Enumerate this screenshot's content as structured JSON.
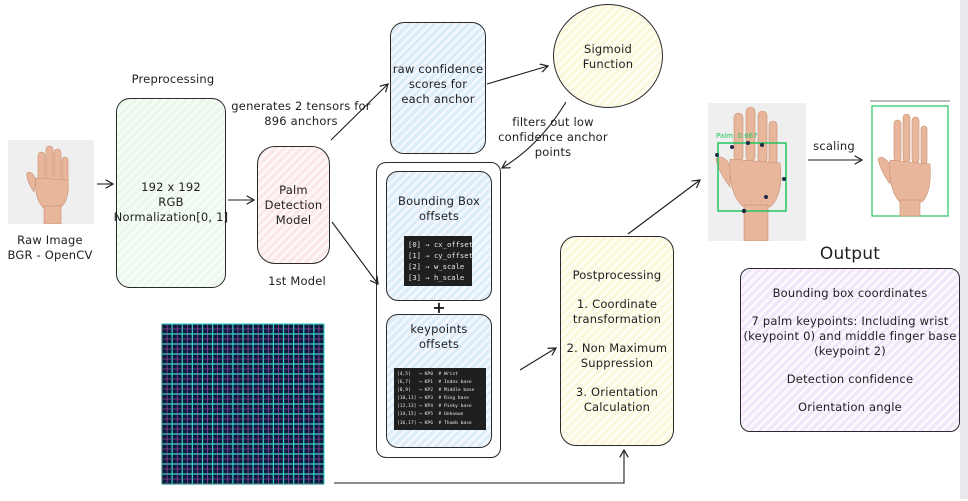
{
  "labels": {
    "raw_image": "Raw Image\nBGR - OpenCV",
    "preprocessing": "Preprocessing",
    "preproc_box": "192 x 192\nRGB\nNormalization[0, 1]",
    "palm_model": "Palm\nDetection\nModel",
    "first_model": "1st Model",
    "tensors": "generates 2 tensors for\n896 anchors",
    "raw_conf": "raw confidence\nscores for\neach anchor",
    "sigmoid": "Sigmoid\nFunction",
    "filters": "filters out low\nconfidence anchor\npoints",
    "bbox_offsets": "Bounding Box\noffsets",
    "plus": "+",
    "kp_offsets": "keypoints\noffsets",
    "postprocessing_title": "Postprocessing",
    "post_step1": "1. Coordinate\ntransformation",
    "post_step2": "2. Non Maximum\nSuppression",
    "post_step3": "3. Orientation\nCalculation",
    "scaling": "scaling",
    "output_title": "Output",
    "out1": "Bounding box coordinates",
    "out2": "7 palm keypoints: Including wrist\n(keypoint 0) and middle finger base\n(keypoint 2)",
    "out3": "Detection confidence",
    "out4": "Orientation angle",
    "palm_score": "Palm: 0.667"
  },
  "bbox_code": [
    "[0] → cx_offset",
    "[1] → cy_offset",
    "[2] → w_scale",
    "[3] → h_scale"
  ],
  "kp_code": [
    "[4,5]   → KP0  # Wrist",
    "[6,7]   → KP1  # Index base",
    "[8,9]   → KP2  # Middle base",
    "[10,11] → KP3  # Ring base",
    "[12,13] → KP4  # Pinky base",
    "[14,15] → KP5  # Unknown",
    "[16,17] → KP6  # Thumb base"
  ],
  "colors": {
    "green_box": "#22c55e",
    "grid_line": "#3fd0c9",
    "grid_bg": "#0b1a3a"
  }
}
